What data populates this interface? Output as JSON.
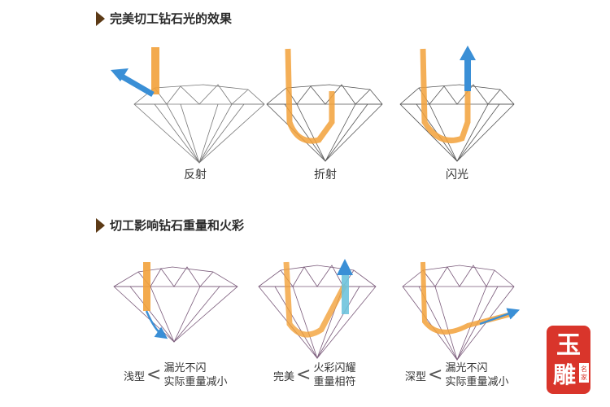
{
  "section1": {
    "title": "完美切工钻石光的效果",
    "captions": [
      "反射",
      "折射",
      "闪光"
    ]
  },
  "section2": {
    "title": "切工影响钻石重量和火彩",
    "cuts": [
      {
        "type": "浅型",
        "line1": "漏光不闪",
        "line2": "实际重量减小"
      },
      {
        "type": "完美",
        "line1": "火彩闪耀",
        "line2": "重量相符"
      },
      {
        "type": "深型",
        "line1": "漏光不闪",
        "line2": "实际重量减小"
      }
    ]
  },
  "logo": {
    "char1": "玉",
    "char2": "雕",
    "seal": "名家"
  },
  "colors": {
    "light_beam": "#f2a13a",
    "exit_arrow": "#3a8fd6",
    "diamond_line": "#555555",
    "logo_red": "#d9352b",
    "title_marker": "#5c3a16"
  }
}
